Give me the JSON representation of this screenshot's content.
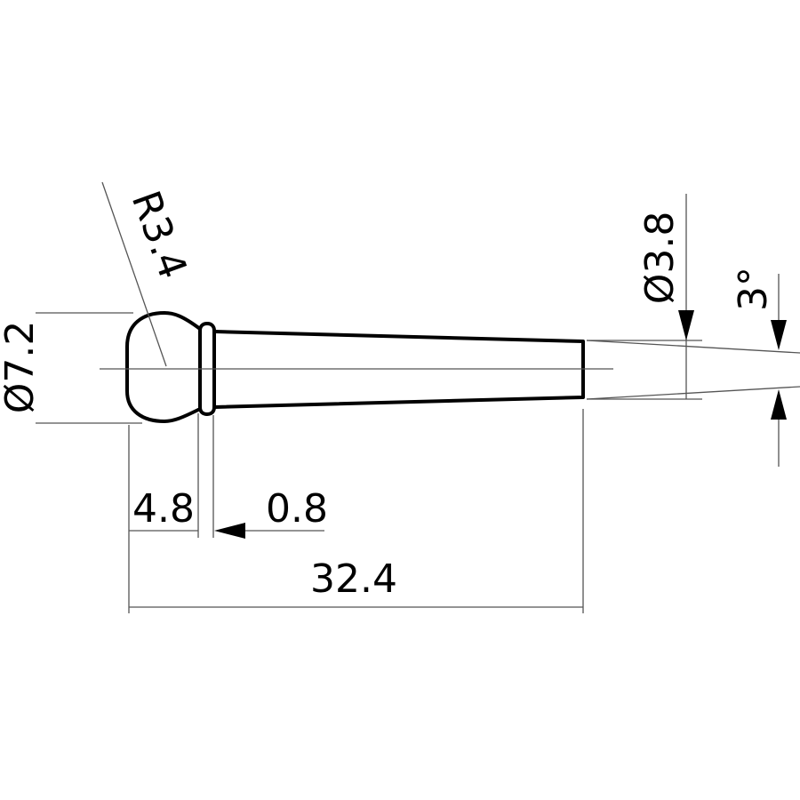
{
  "drawing": {
    "dimensions": {
      "ball_diameter": "Ø7.2",
      "ball_radius": "R3.4",
      "tip_diameter": "Ø3.8",
      "taper_angle": "3°",
      "ball_length": "4.8",
      "ring_width": "0.8",
      "overall_length": "32.4"
    },
    "colors": {
      "outline": "#000000",
      "dimension_lines": "#555555",
      "background": "#ffffff"
    }
  }
}
